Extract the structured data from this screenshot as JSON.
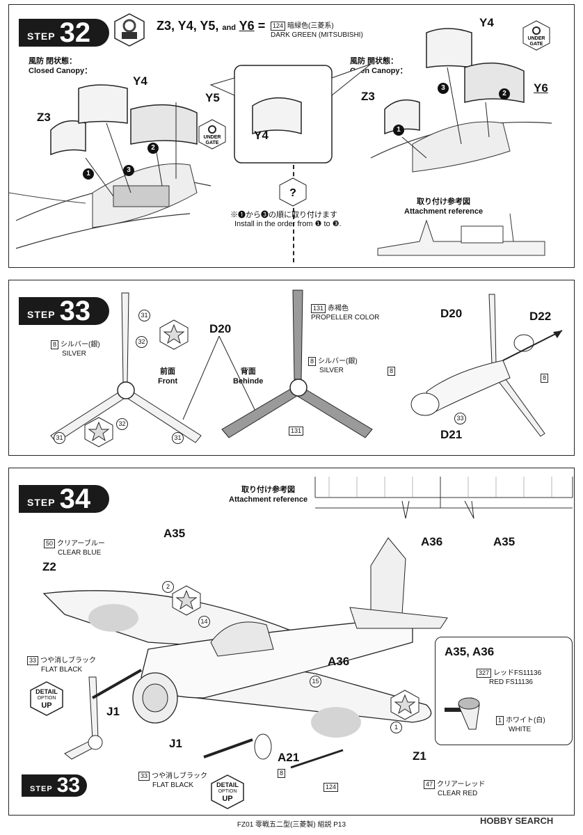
{
  "step32": {
    "step_word": "STEP",
    "step_num": "32",
    "parts_title": "Z3, Y4, Y5,",
    "and": "and",
    "y6": "Y6",
    "equals": "=",
    "paint_num": "124",
    "paint_jp": "暗緑色(三菱系)",
    "paint_en": "DARK GREEN (MITSUBISHI)",
    "closed_jp": "風防 閉状態：",
    "closed_en": "Closed Canopy：",
    "open_jp": "風防 開状態：",
    "open_en": "Open Canopy：",
    "labels": {
      "z3a": "Z3",
      "y4a": "Y4",
      "y5": "Y5",
      "y4b": "Y4",
      "z3b": "Z3",
      "y4c": "Y4",
      "y6b": "Y6"
    },
    "under_gate": "UNDER\nGATE",
    "order_jp": "※❶から❸の順に取り付けます",
    "order_en": "Install in the order from ❶ to ❸.",
    "attach_jp": "取り付け参考図",
    "attach_en": "Attachment reference",
    "nums": [
      "1",
      "2",
      "3"
    ]
  },
  "step33": {
    "step_word": "STEP",
    "step_num": "33",
    "d20": "D20",
    "d22": "D22",
    "d21": "D21",
    "front_jp": "前面",
    "front_en": "Front",
    "behind_jp": "背面",
    "behind_en": "Behinde",
    "silver_num": "8",
    "silver_jp": "シルバー(銀)",
    "silver_en": "SILVER",
    "prop_num": "131",
    "prop_jp": "赤褐色",
    "prop_en": "PROPELLER COLOR",
    "c31": "31",
    "c32": "32",
    "c33": "33",
    "b8": "8"
  },
  "step34": {
    "step_word": "STEP",
    "step_num": "34",
    "attach_jp": "取り付け参考図",
    "attach_en": "Attachment reference",
    "a36": "A36",
    "a35": "A35",
    "a35top": "A35",
    "a36mid": "A36",
    "z2": "Z2",
    "z1": "Z1",
    "j1a": "J1",
    "j1b": "J1",
    "a21": "A21",
    "callout": "A35, A36",
    "clear_blue_num": "50",
    "clear_blue_jp": "クリアーブルー",
    "clear_blue_en": "CLEAR BLUE",
    "flat_black_num": "33",
    "flat_black_jp": "つや消しブラック",
    "flat_black_en": "FLAT BLACK",
    "red_num": "327",
    "red_jp": "レッドFS11136",
    "red_en": "RED FS11136",
    "white_num": "1",
    "white_jp": "ホワイト(白)",
    "white_en": "WHITE",
    "clear_red_num": "47",
    "clear_red_jp": "クリアーレッド",
    "clear_red_en": "CLEAR RED",
    "detail": "DETAIL",
    "option": "OPTION",
    "up": "UP",
    "c2": "2",
    "c14": "14",
    "c15": "15",
    "c1": "1",
    "b8": "8",
    "b124": "124",
    "step33_ref_word": "STEP",
    "step33_ref_num": "33"
  },
  "footer": "FZ01 零戦五二型(三菱製) 組説 P13",
  "watermark": "HOBBY SEARCH"
}
